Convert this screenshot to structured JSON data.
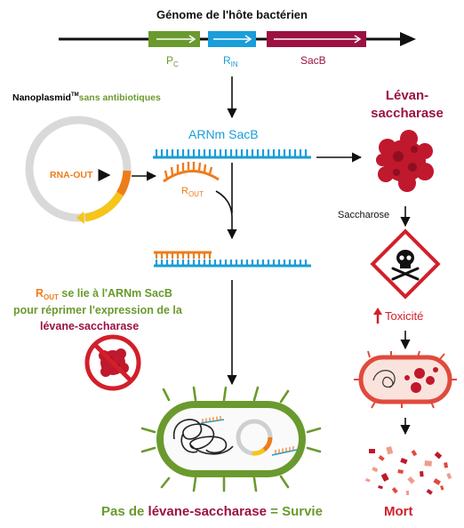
{
  "genome_label": "Génome de l'hôte bactérien",
  "genes": {
    "pc": {
      "label": "P",
      "sub": "C"
    },
    "rin": {
      "label": "R",
      "sub": "IN"
    },
    "sacb": {
      "label": "SacB"
    }
  },
  "nanoplasmid": {
    "name": "Nanoplasmid",
    "tm": "TM",
    "suffix": "sans antibiotiques",
    "rna_out": "RNA-OUT"
  },
  "mrna_label": "ARNm SacB",
  "rout": {
    "label": "R",
    "sub": "OUT"
  },
  "levan": {
    "line1": "Lévan-",
    "line2": "saccharase"
  },
  "saccharose": "Saccharose",
  "toxicity": "Toxicité",
  "repression": {
    "rout_label": "R",
    "rout_sub": "OUT",
    "line1_rest": " se lie à l'ARNm SacB",
    "line2": "pour réprimer l'expression de la",
    "line3": "lévane-saccharase"
  },
  "bottom": {
    "prefix": "Pas de ",
    "enzyme": "lévane-saccharase",
    "equals": " = ",
    "survie": "Survie",
    "mort": "Mort"
  },
  "colors": {
    "green": "#6a9a2e",
    "blue": "#1a9dd9",
    "crimson": "#9b1142",
    "orange": "#ef7c1a",
    "red": "#d21f2b",
    "yellow": "#f5c518",
    "grey": "#d9d9d9"
  }
}
